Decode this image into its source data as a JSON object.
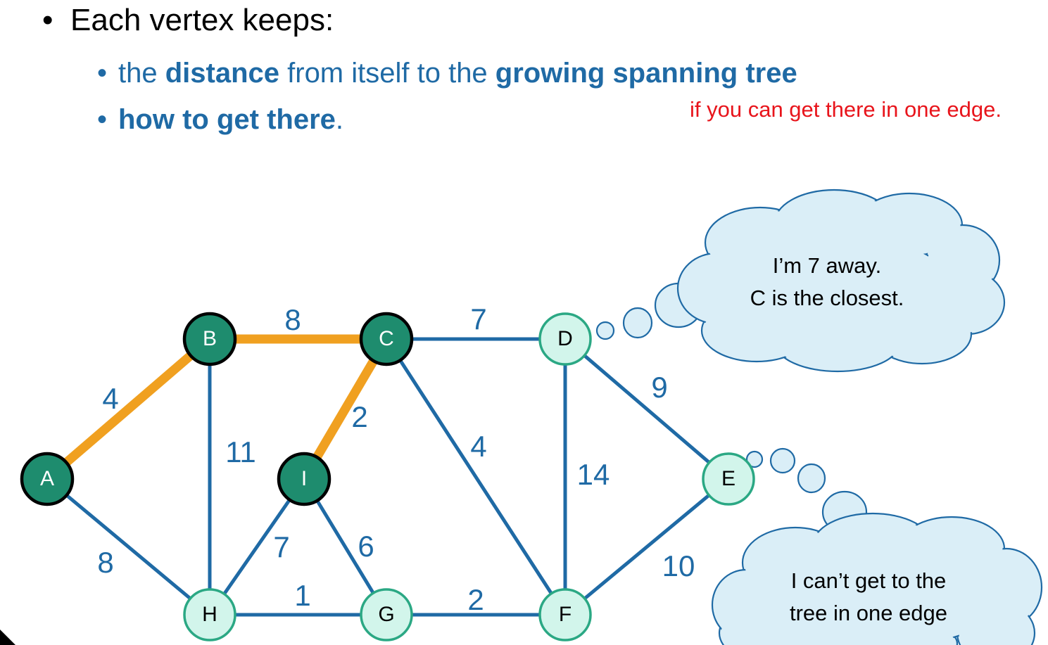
{
  "bullets": {
    "main": "Each vertex keeps:",
    "sub1": {
      "p1": "the ",
      "b1": "distance",
      "p2": " from itself to the ",
      "b2": "growing spanning tree"
    },
    "sub2": {
      "b1": "how to get there",
      "p1": "."
    }
  },
  "note": "if you can get there in one edge.",
  "colors": {
    "tree_edge": "#F0A020",
    "edge": "#1F6AA5",
    "in_tree_fill": "#1E8C6E",
    "out_tree_fill": "#D2F5EB",
    "out_tree_stroke": "#2BA884",
    "cloud_fill": "#DAEEF7",
    "cloud_stroke": "#1F6AA5",
    "note": "#E8141B"
  },
  "graph": {
    "nodes": [
      {
        "id": "A",
        "label": "A",
        "in_tree": true
      },
      {
        "id": "B",
        "label": "B",
        "in_tree": true
      },
      {
        "id": "C",
        "label": "C",
        "in_tree": true
      },
      {
        "id": "I",
        "label": "I",
        "in_tree": true
      },
      {
        "id": "D",
        "label": "D",
        "in_tree": false
      },
      {
        "id": "E",
        "label": "E",
        "in_tree": false
      },
      {
        "id": "F",
        "label": "F",
        "in_tree": false
      },
      {
        "id": "G",
        "label": "G",
        "in_tree": false
      },
      {
        "id": "H",
        "label": "H",
        "in_tree": false
      }
    ],
    "edges": [
      {
        "from": "A",
        "to": "B",
        "weight": "4",
        "tree": true
      },
      {
        "from": "B",
        "to": "C",
        "weight": "8",
        "tree": true
      },
      {
        "from": "C",
        "to": "I",
        "weight": "2",
        "tree": true
      },
      {
        "from": "C",
        "to": "D",
        "weight": "7",
        "tree": false
      },
      {
        "from": "C",
        "to": "F",
        "weight": "4",
        "tree": false
      },
      {
        "from": "B",
        "to": "H",
        "weight": "11",
        "tree": false
      },
      {
        "from": "A",
        "to": "H",
        "weight": "8",
        "tree": false
      },
      {
        "from": "H",
        "to": "I",
        "weight": "7",
        "tree": false
      },
      {
        "from": "I",
        "to": "G",
        "weight": "6",
        "tree": false
      },
      {
        "from": "H",
        "to": "G",
        "weight": "1",
        "tree": false
      },
      {
        "from": "G",
        "to": "F",
        "weight": "2",
        "tree": false
      },
      {
        "from": "D",
        "to": "F",
        "weight": "14",
        "tree": false
      },
      {
        "from": "D",
        "to": "E",
        "weight": "9",
        "tree": false
      },
      {
        "from": "E",
        "to": "F",
        "weight": "10",
        "tree": false
      }
    ]
  },
  "thoughts": {
    "d": {
      "line1": "I’m 7 away.",
      "line2": "C is the closest."
    },
    "e": {
      "line1": "I can’t get to the",
      "line2": "tree in one edge"
    }
  }
}
